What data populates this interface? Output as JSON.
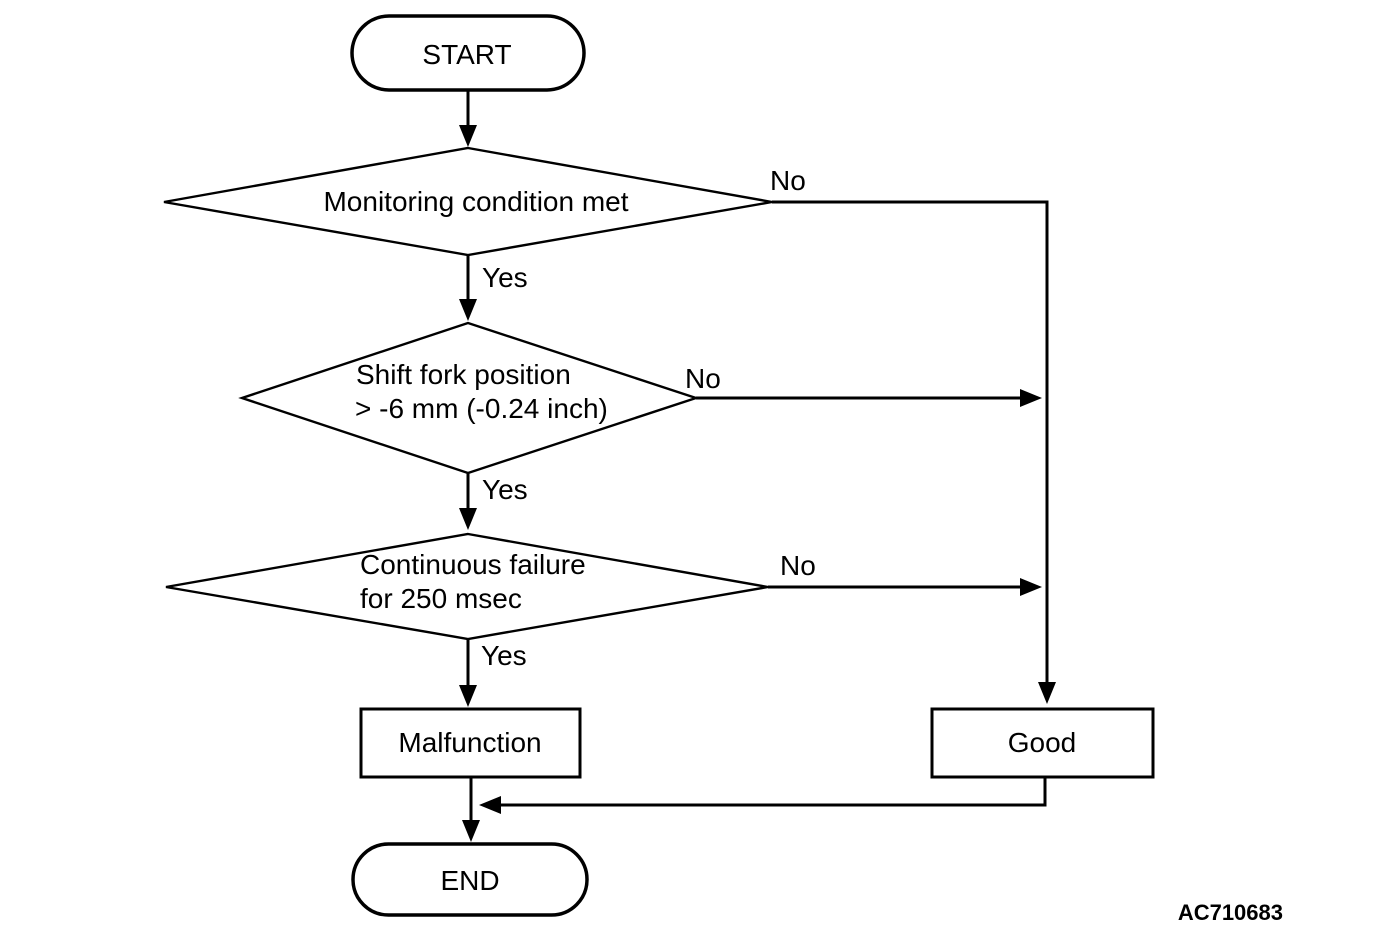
{
  "figure_code": "AC710683",
  "nodes": {
    "start": {
      "label": "START"
    },
    "monitoring": {
      "label": "Monitoring condition met"
    },
    "shift_fork": {
      "line1": "Shift fork position",
      "line2": "> -6 mm (-0.24 inch)"
    },
    "continuous_failure": {
      "line1": "Continuous failure",
      "line2": "for 250 msec"
    },
    "malfunction": {
      "label": "Malfunction"
    },
    "good": {
      "label": "Good"
    },
    "end": {
      "label": "END"
    }
  },
  "edge_labels": {
    "monitoring_yes": "Yes",
    "monitoring_no": "No",
    "shift_fork_yes": "Yes",
    "shift_fork_no": "No",
    "continuous_failure_yes": "Yes",
    "continuous_failure_no": "No"
  },
  "colors": {
    "stroke": "#000000",
    "text": "#000000",
    "background": "#ffffff"
  }
}
